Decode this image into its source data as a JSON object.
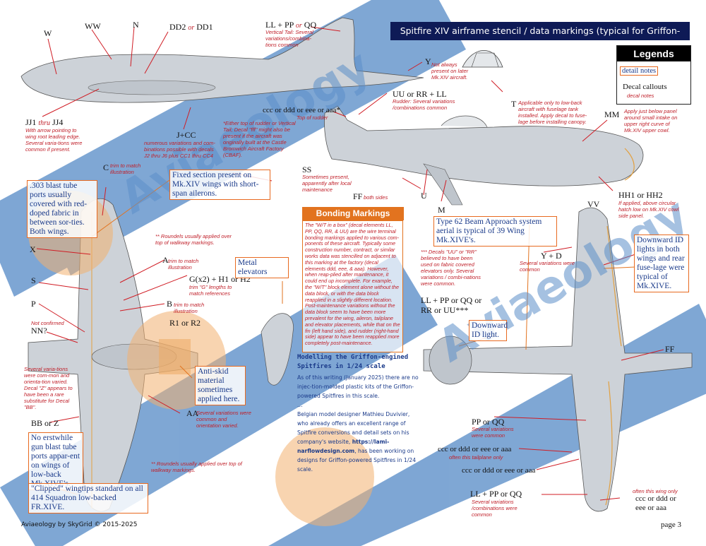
{
  "title": "Spitfire XIV  airframe stencil / data markings (typical for Griffon-powered)",
  "legend": {
    "heading": "Legends",
    "detail_notes": "detail notes",
    "decal_callouts": "Decal callouts",
    "decal_notes": "decal notes"
  },
  "watermark": "Aviaeology",
  "colors": {
    "accent": "#e2731f",
    "title_bg": "#0e1a56",
    "note_red": "#c0202a",
    "text_blue": "#1a3a8a",
    "watermark": "#5b8ec8"
  },
  "codes": {
    "w": "W",
    "ww": "WW",
    "n": "N",
    "dd2": "DD2",
    "or": "or",
    "dd1": "DD1",
    "ll_pp_qq": "LL + PP",
    "qq": "QQ",
    "y": "Y",
    "uu_rr_ll": "UU or RR + LL",
    "ccc_ddd": "ccc or ddd or eee or aaa*",
    "t": "T",
    "mm": "MM",
    "jj": "JJ1",
    "thru": "thru",
    "jj4": "JJ4",
    "jcc": "J+CC",
    "c": "C",
    "ss": "SS",
    "ff_mid": "FF",
    "u": "U",
    "m": "M",
    "hh": "HH1 or HH2",
    "vv": "VV",
    "x": "X",
    "a": "A",
    "g": "G(x2) + H1 or H2",
    "s": "S",
    "b": "B",
    "p": "P",
    "r": "R1 or R2",
    "nn": "NN?",
    "aa": "AA",
    "bbz": "BB or Z",
    "yd": "Y + D",
    "ff_right": "FF",
    "ll_pp_qq_rr": "LL + PP or QQ or",
    "rr_uu": "RR or UU***",
    "pp_qq": "PP or QQ",
    "ccc1": "ccc or ddd or eee or aaa",
    "ccc2": "ccc or ddd or eee or aaa",
    "ll_pp_qq2": "LL + PP or QQ",
    "ccc3": "ccc or ddd or",
    "eee3": "eee or aaa"
  },
  "notes": {
    "vertical_tail": "Vertical Tail: Several variations/combina-tions common",
    "not_always": "Not always present on later Mk.XIV aircraft.",
    "rudder": "Rudder: Several variations /combinations common",
    "top_rudder": "Top of rudder",
    "low_back": "Applicable only to low-back aircraft with fuselage tank installed. Apply decal to fuse-lage before installing canopy.",
    "mm_note": "Apply just below panel around small intake on upper right curve of Mk.XIV upper cowl.",
    "jj_note": "With arrow pointing to wing root leading edge. Several varia-tions were common if present.",
    "jcc_note": "numerous variations and com-binations possible with decals J2 thru J6 plus CC1 thru CC4",
    "either_top": "*Either top of rudder or Vertical Tail; Decal \"fff\" might also be present if the aircraft was originally built at the Castle Bromwich Aircraft Factory (CBAF).",
    "c_note": "trim to match illustration",
    "ss_note": "Sometimes present, apparently after local maintenance",
    "ff_note": "both sides",
    "hh_note": "If applied, above circular hatch low on Mk.XIV cowl side panel.",
    "roundels1": "** Roundels usually applied over top of walkway markings.",
    "a_note": "trim to match illustration",
    "g_note": "trim \"G\" lengths to match references",
    "b_note": "trim to match illustration",
    "not_confirmed": "Not confirmed",
    "nn_note": "Several varia-tions were com-mon and orienta-tion varied. Decal \"Z\" appears to have been a rare substitute for Decal \"BB\".",
    "aa_note": "Several variations were common and orientation varied.",
    "roundels2": "** Roundels usually applied over top of walkway markings.",
    "yd_note": "Several variations were common",
    "decals_uu": "*** Decals \"UU\" or \"RR\" believed to have been used on fabric covered elevators only. Several variations / combi-nations were common.",
    "pp_note": "Several variations were common",
    "tailplane": "often this tailplane only",
    "wing_only": "often this wing only",
    "ll_note": "Several variations /combinations were common"
  },
  "detail_boxes": {
    "fixed_section": "Fixed section present on Mk.XIV wings with short-span ailerons.",
    "blast_tube": ".303 blast tube ports usually covered with red-doped fabric in between sor-ties. Both wings.",
    "metal_elevators": "Metal elevators",
    "anti_skid": "Anti-skid material sometimes applied here.",
    "no_erstwhile": "No erstwhile gun blast tube ports appar-ent on wings of low-back Mk.XIVE's.",
    "clipped": "\"Clipped\" wingtips standard on all 414 Squadron low-backed FR.XIVE.",
    "type62": "Type 62 Beam Approach system aerial is typical of 39 Wing Mk.XIVE's.",
    "downward_id": "Downward ID lights in both wings and rear fuse-lage were typical of Mk.XIVE.",
    "downward_id2": "Downward ID light."
  },
  "bonding": {
    "heading": "Bonding Markings",
    "body": "The \"W/T in a box\" (decal elements LL, PP, QQ, RR, & UU) are the wire terminal bonding markings applied to various com-ponents of these aircraft. Typically some construction number, contract, or similar works data was stencilled on adjacent to this marking at the factory (decal elements ddd, eee, & aaa). However, when reap-plied after maintenance, it could end up incomplete. For example, the \"W/T\" block element alone without the data block, or with the data block reapplied in a slightly different location. Post-maintenance variations without the data block seem to have been more prevalent for the wing, aileron, tailplane and elevator placements, while that on the fin (left hand side), and rudder (right-hand side) appear to have been reapplied more completely post-maintenance."
  },
  "modelling": {
    "heading": "Modelling the Griffon-engined Spitfires in 1/24 scale",
    "p1": "As of this writing (January 2025) there are no injec-tion-molded plastic kits of the Griffon-powered Spitfires in this scale.",
    "ellipsis": "…",
    "p2a": "Belgian model designer Mathieu Duvivier, who already offers an excellent range of Spitfire conversions and detail sets on his company's website, ",
    "p2link": "https://lami-narflowdesign.com",
    "p2b": ", has been working on designs for Griffon-powered Spitfires in 1/24 scale."
  },
  "footer": {
    "left": "Aviaeology by SkyGrid © 2015-2025",
    "right": "page 3"
  }
}
